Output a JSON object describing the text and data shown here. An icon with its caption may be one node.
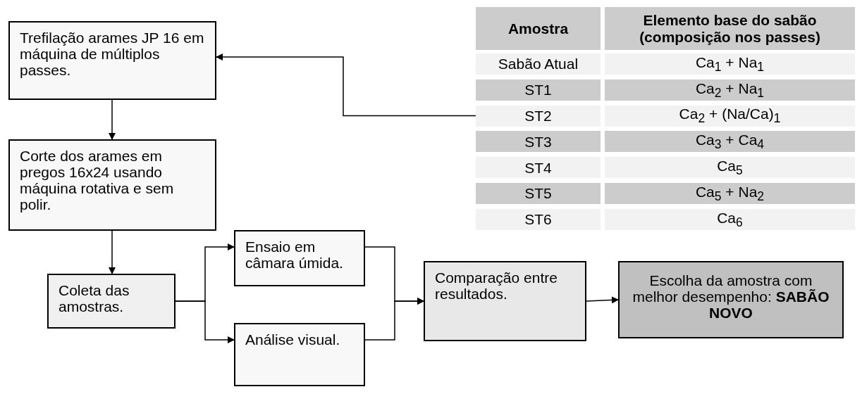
{
  "diagram": {
    "nodes": [
      {
        "text": [
          "Trefilação arames JP 16 em máquina de múltiplos passes."
        ]
      },
      {
        "text": [
          "Corte dos arames em pregos 16x24 usando máquina rotativa e sem polir."
        ]
      },
      {
        "text": [
          "Coleta das amostras."
        ]
      },
      {
        "text": [
          "Ensaio em câmara úmida."
        ]
      },
      {
        "text": [
          "Análise visual."
        ]
      },
      {
        "text": [
          "Comparação entre resultados."
        ]
      },
      {
        "text": [
          "Escolha da amostra com melhor desempenho: **SABÃO NOVO**"
        ]
      },
      {
        "text": [
          "ST2",
          "Ca$_{2}$ + (Na/Ca)$_{1}$"
        ]
      }
    ],
    "edges": [
      {
        "from": 0,
        "to": 1,
        "arrow": "to"
      },
      {
        "from": 1,
        "to": 2,
        "arrow": "to"
      },
      {
        "from": 2,
        "to": 3,
        "arrow": "to"
      },
      {
        "from": 2,
        "to": 4,
        "arrow": "to"
      },
      {
        "from": 3,
        "to": 5,
        "arrow": "to"
      },
      {
        "from": 4,
        "to": 5,
        "arrow": "to"
      },
      {
        "from": 5,
        "to": 6,
        "arrow": "to"
      },
      {
        "from": 7,
        "to": 0,
        "arrow": "to"
      }
    ],
    "labels": [
      "Amostra",
      "Elemento base do sabão (composição nos passes)",
      "Sabão Atual",
      "Ca$_{1}$ + Na$_{1}$",
      "ST1",
      "Ca$_{2}$ + Na$_{1}$",
      "ST3",
      "Ca$_{3}$ + Ca$_{4}$",
      "ST4",
      "Ca$_{5}$",
      "ST5",
      "Ca$_{5}$ + Na$_{2}$",
      "ST6",
      "Ca$_{6}$"
    ]
  }
}
